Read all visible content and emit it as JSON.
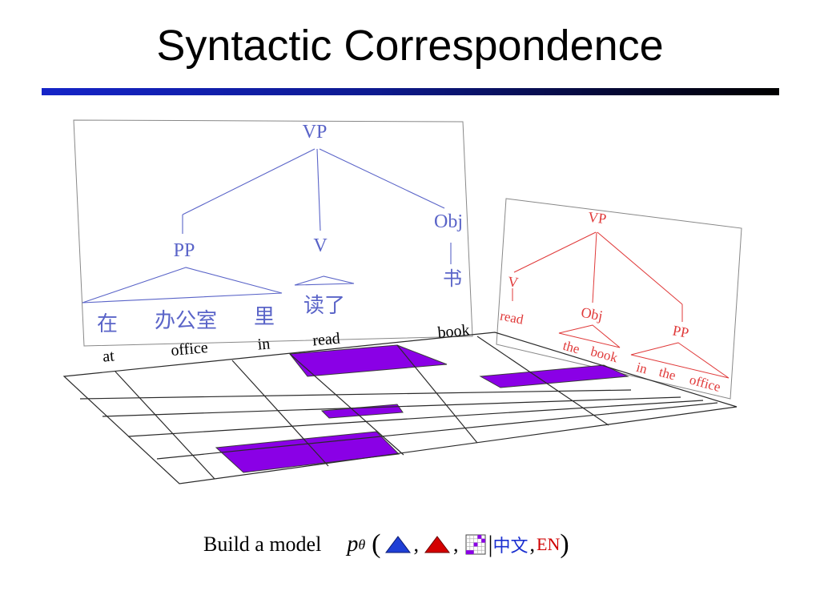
{
  "slide": {
    "title": "Syntactic Correspondence"
  },
  "chinese_tree": {
    "root": "VP",
    "pp": "PP",
    "v": "V",
    "obj": "Obj",
    "obj_word": "书",
    "words": [
      "在",
      "办公室",
      "里",
      "读了"
    ]
  },
  "english_tree": {
    "root": "VP",
    "v": "V",
    "obj": "Obj",
    "pp": "PP",
    "v_word": "read",
    "obj_words": [
      "the",
      "book"
    ],
    "pp_words": [
      "in",
      "the",
      "office"
    ]
  },
  "alignment_grid": {
    "column_words": [
      "at",
      "office",
      "in",
      "read",
      "book"
    ]
  },
  "formula": {
    "prefix": "Build a model",
    "p": "p",
    "theta": "θ",
    "open_paren": "(",
    "comma": ",",
    "bar": "|",
    "zh": "中文",
    "en": "EN",
    "close_paren": ")",
    "blue_triangle_color": "#1f3fd6",
    "red_triangle_color": "#d40000",
    "alignment_color": "#8a00e6"
  },
  "colors": {
    "chinese_tree": "#5a64c8",
    "english_tree": "#e03a3a",
    "alignment_fill": "#8a00e6"
  }
}
